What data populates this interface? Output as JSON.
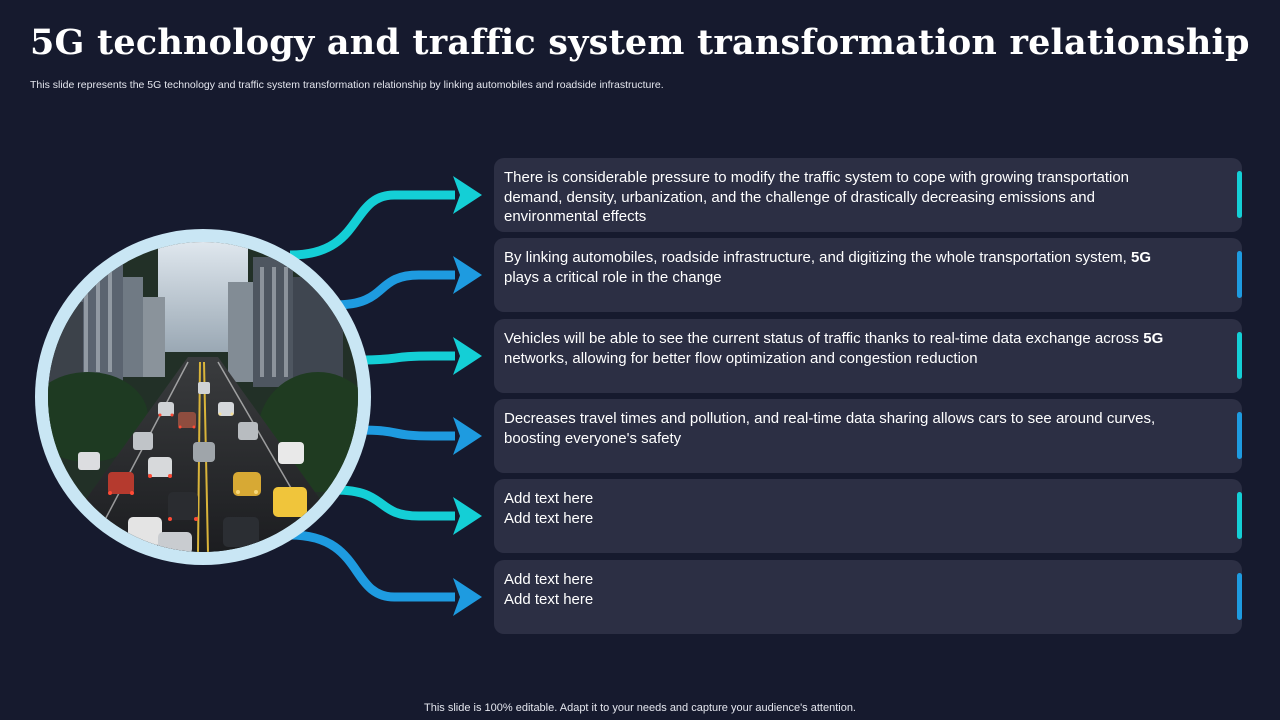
{
  "title": "5G technology and traffic system transformation relationship",
  "subtitle": "This slide represents the 5G technology and traffic system transformation relationship by linking automobiles and roadside infrastructure.",
  "footer": "This slide is 100% editable. Adapt it to your needs and capture your audience's attention.",
  "colors": {
    "background": "#161a2e",
    "card": "#2c2f44",
    "teal": "#14cfd6",
    "blue": "#1e9be0",
    "ring": "#c9e6f4"
  },
  "image": {
    "icon": "city-traffic-street-photo"
  },
  "items": [
    {
      "text": "There is considerable pressure to modify the traffic system to cope with growing transportation\ndemand, density, urbanization, and the challenge of drastically decreasing emissions and\nenvironmental effects",
      "accent": "#14cfd6"
    },
    {
      "text": "By linking automobiles, roadside infrastructure, and digitizing the whole transportation system, ",
      "bold": "5G",
      "after": "\nplays a critical role in the change",
      "accent": "#1e9be0"
    },
    {
      "text": "Vehicles will be able to see the current status of traffic thanks to real-time data exchange across ",
      "bold": "5G",
      "after": "\nnetworks, allowing for better flow optimization and congestion reduction",
      "accent": "#14cfd6"
    },
    {
      "text": "Decreases travel times and pollution, and real-time data sharing allows cars to see around curves,\nboosting everyone's safety",
      "accent": "#1e9be0"
    },
    {
      "text": "Add text here\nAdd text here",
      "accent": "#14cfd6"
    },
    {
      "text": "Add text here\nAdd text here",
      "accent": "#1e9be0"
    }
  ]
}
